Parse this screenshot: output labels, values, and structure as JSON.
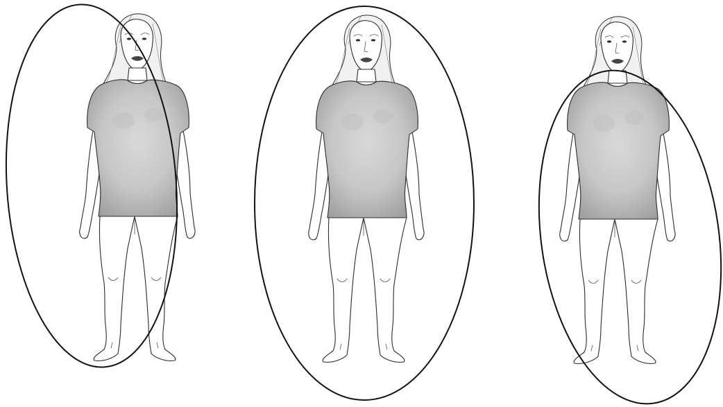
{
  "figures": [
    {
      "name": "figure-left",
      "outline_ellipse": "offset-left-tilted"
    },
    {
      "name": "figure-center",
      "outline_ellipse": "centered"
    },
    {
      "name": "figure-right",
      "outline_ellipse": "offset-right-tilted"
    }
  ],
  "colors": {
    "background": "#ffffff",
    "ellipse_stroke": "#111111",
    "shirt_shade": "#b8b8b8",
    "line": "#2b2b2b"
  }
}
